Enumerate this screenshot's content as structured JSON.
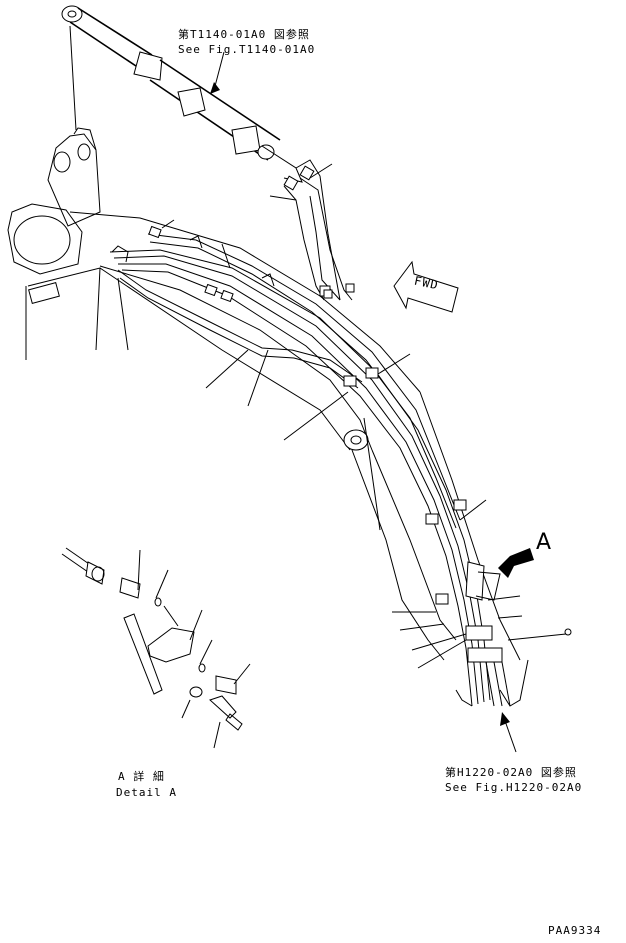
{
  "ref_top": {
    "jp": "第T1140-01A0 図参照",
    "en": "See Fig.T1140-01A0"
  },
  "ref_bottom": {
    "jp": "第H1220-02A0 図参照",
    "en": "See Fig.H1220-02A0"
  },
  "fwd_label": "FWD",
  "view_label": "A",
  "detail": {
    "jp": "A 詳 細",
    "en": "Detail A"
  },
  "drawing_code": "PAA9334",
  "icons": [
    "forward-direction-arrow-icon",
    "view-direction-arrow-icon"
  ]
}
